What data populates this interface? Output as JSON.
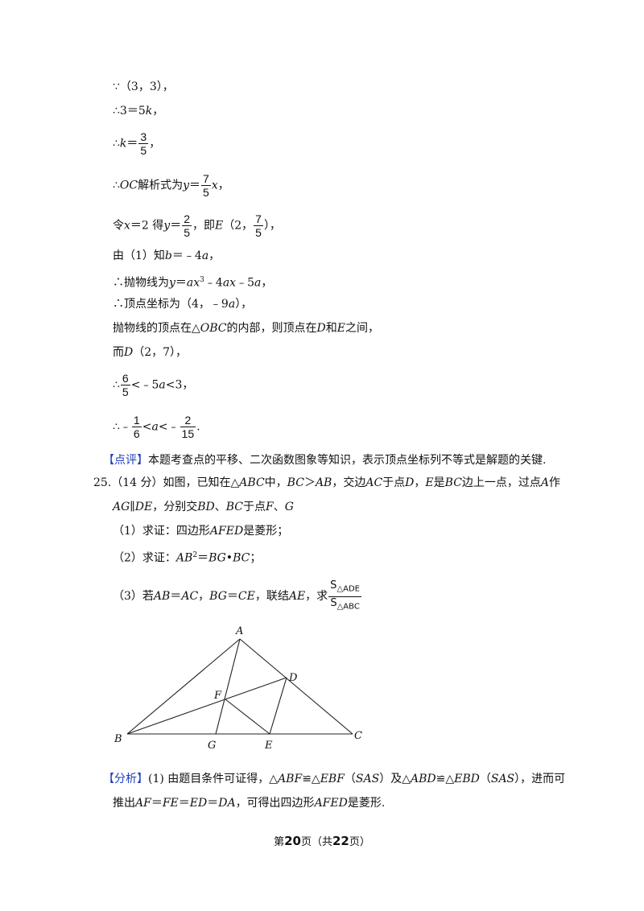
{
  "lines": {
    "l1": "∵（3，3），",
    "l2_pre": "∴3＝5",
    "l2_k": "k",
    "l2_post": "，",
    "l3_pre": "∴",
    "l3_k": "k",
    "l3_eq": "＝",
    "l3_num": "3",
    "l3_den": "5",
    "l3_post": "，",
    "l4_pre": "∴",
    "l4_oc": "OC",
    "l4_mid": "解析式为",
    "l4_y": "y",
    "l4_eq": "＝",
    "l4_num": "7",
    "l4_den": "5",
    "l4_x": "x",
    "l4_post": "，",
    "l5_a": "令",
    "l5_x": "x",
    "l5_b": "＝2 得",
    "l5_y": "y",
    "l5_eq": "＝",
    "l5_num": "2",
    "l5_den": "5",
    "l5_c": "，即",
    "l5_E": "E",
    "l5_d": "（2，",
    "l5_num2": "7",
    "l5_den2": "5",
    "l5_e": "），",
    "l6_a": "由（1）知",
    "l6_b": "b",
    "l6_c": "＝﹣4",
    "l6_d": "a",
    "l6_e": "，",
    "l7_a": "∴抛物线为",
    "l7_y": "y",
    "l7_b": "＝",
    "l7_c": "ax",
    "l7_sup": "3",
    "l7_d": "﹣4",
    "l7_e": "ax",
    "l7_f": "﹣5",
    "l7_g": "a",
    "l7_h": "，",
    "l8_a": "∴顶点坐标为（4，﹣9",
    "l8_b": "a",
    "l8_c": "），",
    "l9_a": "抛物线的顶点在△",
    "l9_b": "OBC",
    "l9_c": "的内部，则顶点在",
    "l9_d": "D",
    "l9_e": "和",
    "l9_f": "E",
    "l9_g": "之间，",
    "l10_a": "而",
    "l10_b": "D",
    "l10_c": "（2，7），",
    "l11_a": "∴",
    "l11_num": "6",
    "l11_den": "5",
    "l11_b": "<﹣5",
    "l11_c": "a",
    "l11_d": "<3，",
    "l12_a": "∴﹣",
    "l12_num": "1",
    "l12_den": "6",
    "l12_b": "<",
    "l12_c": "a",
    "l12_d": "<﹣",
    "l12_num2": "2",
    "l12_den2": "15",
    "l12_e": "."
  },
  "comment": {
    "tag": "【点评】",
    "text": "本题考查点的平移、二次函数图象等知识，表示顶点坐标列不等式是解题的关键."
  },
  "problem": {
    "number": "25.",
    "line1_a": "（14 分）如图，已知在△",
    "line1_b": "ABC",
    "line1_c": "中，",
    "line1_d": "BC",
    "line1_e": "＞",
    "line1_f": "AB",
    "line1_g": "，交边",
    "line1_h": "AC",
    "line1_i": "于点",
    "line1_j": "D",
    "line1_k": "，",
    "line1_l": "E",
    "line1_m": "是",
    "line1_n": "BC",
    "line1_o": "边上一点，过点",
    "line1_p": "A",
    "line1_q": "作",
    "line2_a": "AG",
    "line2_b": "∥",
    "line2_c": "DE",
    "line2_d": "，分别交",
    "line2_e": "BD",
    "line2_f": "、",
    "line2_g": "BC",
    "line2_h": "于点",
    "line2_i": "F",
    "line2_j": "、",
    "line2_k": "G",
    "q1_a": "（1）求证：四边形",
    "q1_b": "AFED",
    "q1_c": "是菱形；",
    "q2_a": "（2）求证：",
    "q2_b": "AB",
    "q2_sup": "2",
    "q2_c": "＝",
    "q2_d": "BG",
    "q2_e": "•",
    "q2_f": "BC",
    "q2_g": "；",
    "q3_a": "（3）若",
    "q3_b": "AB",
    "q3_c": "＝",
    "q3_d": "AC",
    "q3_e": "，",
    "q3_f": "BG",
    "q3_g": "＝",
    "q3_h": "CE",
    "q3_i": "，联结",
    "q3_j": "AE",
    "q3_k": "，求",
    "q3_num_s": "S",
    "q3_num_sub": "△ADE",
    "q3_den_s": "S",
    "q3_den_sub": "△ABC"
  },
  "figure": {
    "labels": {
      "A": "A",
      "B": "B",
      "C": "C",
      "D": "D",
      "E": "E",
      "F": "F",
      "G": "G"
    }
  },
  "analysis": {
    "tag": "【分析】",
    "line1_a": "(1) 由题目条件可证得，△",
    "line1_b": "ABF",
    "line1_c": "≌△",
    "line1_d": "EBF",
    "line1_e": "（",
    "line1_f": "SAS",
    "line1_g": "）及△",
    "line1_h": "ABD",
    "line1_i": "≌△",
    "line1_j": "EBD",
    "line1_k": "（",
    "line1_l": "SAS",
    "line1_m": "），进而可",
    "line2_a": "推出",
    "line2_b": "AF",
    "line2_c": "＝",
    "line2_d": "FE",
    "line2_e": "＝",
    "line2_f": "ED",
    "line2_g": "＝",
    "line2_h": "DA",
    "line2_i": "，可得出四边形",
    "line2_j": "AFED",
    "line2_k": "是菱形."
  },
  "footer": {
    "pre": "第",
    "page": "20",
    "mid": "页（共",
    "total": "22",
    "post": "页）"
  }
}
